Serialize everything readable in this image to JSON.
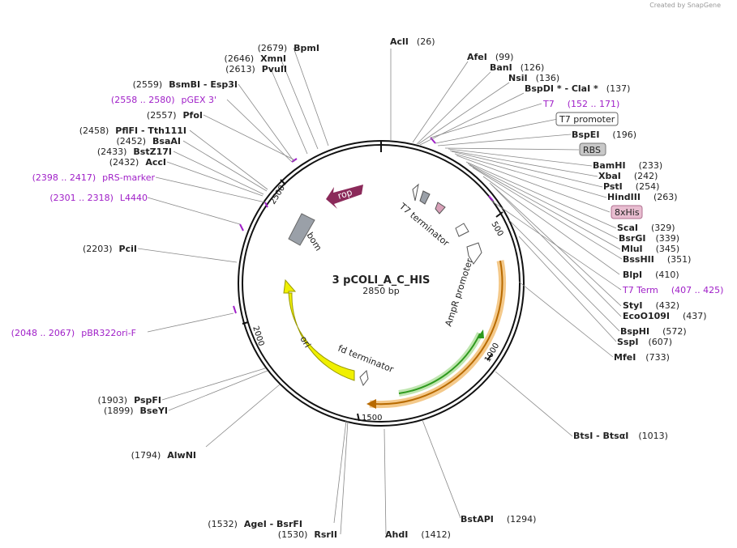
{
  "watermark": "Created by SnapGene",
  "plasmid": {
    "name": "3 pCOLI_A_C_HIS",
    "length": "2850 bp"
  },
  "colors": {
    "backbone": "#111111",
    "enzyme_line": "#888888",
    "primer": "#a020c8",
    "rop": "#8b2a5a",
    "ori": "#f0f000",
    "ampr_highlight": "#f4c98a",
    "ampr_arrow": "#b86a00",
    "promoter_green": "#2e9a1e",
    "bom": "#9aa0a8",
    "his_tag": "#e8bdd0",
    "rbs": "#c8c8c8"
  },
  "ticks": [
    "500",
    "1000",
    "1500",
    "2000",
    "2500"
  ],
  "features": {
    "rop": "rop",
    "bom": "bom",
    "ori": "ori",
    "ampr": "AmpR promoter",
    "t7term": "T7 terminator",
    "fdterm": "fd terminator"
  },
  "boxes": {
    "t7_promoter": "T7 promoter",
    "rbs": "RBS",
    "his": "8xHis"
  },
  "labels_right": [
    {
      "name": "AclI",
      "pos": "(26)"
    },
    {
      "name": "AfeI",
      "pos": "(99)"
    },
    {
      "name": "BanI",
      "pos": "(126)"
    },
    {
      "name": "NsiI",
      "pos": "(136)"
    },
    {
      "name": "BspDI * - ClaI *",
      "pos": "(137)"
    },
    {
      "name": "BspEI",
      "pos": "(196)"
    },
    {
      "name": "BamHI",
      "pos": "(233)"
    },
    {
      "name": "XbaI",
      "pos": "(242)"
    },
    {
      "name": "PstI",
      "pos": "(254)"
    },
    {
      "name": "HindIII",
      "pos": "(263)"
    },
    {
      "name": "ScaI",
      "pos": "(329)"
    },
    {
      "name": "BsrGI",
      "pos": "(339)"
    },
    {
      "name": "MluI",
      "pos": "(345)"
    },
    {
      "name": "BssHII",
      "pos": "(351)"
    },
    {
      "name": "BlpI",
      "pos": "(410)"
    },
    {
      "name": "StyI",
      "pos": "(432)"
    },
    {
      "name": "EcoO109I",
      "pos": "(437)"
    },
    {
      "name": "BspHI",
      "pos": "(572)"
    },
    {
      "name": "SspI",
      "pos": "(607)"
    },
    {
      "name": "MfeI",
      "pos": "(733)"
    },
    {
      "name": "BtsI - BtsαI",
      "pos": "(1013)"
    },
    {
      "name": "BstAPI",
      "pos": "(1294)"
    },
    {
      "name": "AhdI",
      "pos": "(1412)"
    }
  ],
  "labels_left": [
    {
      "name": "BpmI",
      "pos": "(2679)"
    },
    {
      "name": "XmnI",
      "pos": "(2646)"
    },
    {
      "name": "PvuII",
      "pos": "(2613)"
    },
    {
      "name": "BsmBI - Esp3I",
      "pos": "(2559)"
    },
    {
      "name": "PfoI",
      "pos": "(2557)"
    },
    {
      "name": "PflFI - Tth111I",
      "pos": "(2458)"
    },
    {
      "name": "BsaAI",
      "pos": "(2452)"
    },
    {
      "name": "BstZ17I",
      "pos": "(2433)"
    },
    {
      "name": "AccI",
      "pos": "(2432)"
    },
    {
      "name": "PciI",
      "pos": "(2203)"
    },
    {
      "name": "PspFI",
      "pos": "(1903)"
    },
    {
      "name": "BseYI",
      "pos": "(1899)"
    },
    {
      "name": "AlwNI",
      "pos": "(1794)"
    },
    {
      "name": "AgeI - BsrFI",
      "pos": "(1532)"
    },
    {
      "name": "RsrII",
      "pos": "(1530)"
    }
  ],
  "primers": [
    {
      "name": "T7",
      "range": "(152 .. 171)"
    },
    {
      "name": "T7 Term",
      "range": "(407 .. 425)"
    },
    {
      "name": "pGEX 3'",
      "range": "(2558 .. 2580)"
    },
    {
      "name": "pRS-marker",
      "range": "(2398 .. 2417)"
    },
    {
      "name": "L4440",
      "range": "(2301 .. 2318)"
    },
    {
      "name": "pBR322ori-F",
      "range": "(2048 .. 2067)"
    }
  ]
}
